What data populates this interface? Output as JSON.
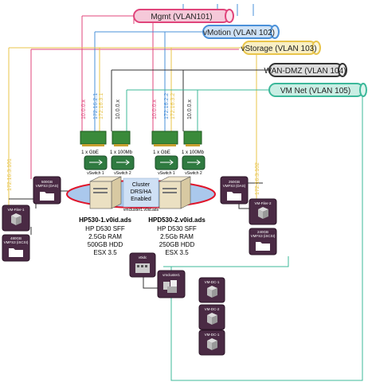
{
  "vlans": [
    {
      "id": "mgmt",
      "label": "Mgmt (VLAN101)",
      "color": "#e0457b"
    },
    {
      "id": "vmotion",
      "label": "vMotion (VLAN 102)",
      "color": "#4a90d9"
    },
    {
      "id": "vstorage",
      "label": "vStorage (VLAN 103)",
      "color": "#e8c44a"
    },
    {
      "id": "wandmz",
      "label": "WAN-DMZ (VLAN 104)",
      "color": "#333333"
    },
    {
      "id": "vmnet",
      "label": "VM Net (VLAN 105)",
      "color": "#3cb89a"
    }
  ],
  "ip_labels": {
    "host1_mgmt": "10.0.0.x",
    "host1_vmotion": "172.16.2.1",
    "host1_storage": "172.16.3.1",
    "host1_wan": "10.0.0.x",
    "host2_mgmt": "10.0.0.x",
    "host2_vmotion": "172.16.2.2",
    "host2_storage": "172.16.3.2",
    "host2_wan": "10.0.0.x",
    "filer1_ip": "172.16.3.101",
    "filer2_ip": "172.16.3.102"
  },
  "nics": {
    "h1_gbe": "1 x GbE",
    "h1_100": "1 x 100Mb",
    "h2_gbe": "1 x GbE",
    "h2_100": "1 x 100Mb"
  },
  "vswitches": {
    "h1_a": "vSwitch 1",
    "h1_b": "vSwitch 2",
    "h2_a": "vSwitch 1",
    "h2_b": "vSwitch 2"
  },
  "cluster": {
    "line1": "Cluster",
    "line2": "DRS/HA",
    "line3": "Enabled",
    "name": "vmcluster1.v0id.ads"
  },
  "host1": {
    "name": "HP530-1.v0id.ads",
    "l1": "HP D530 SFF",
    "l2": "2.5Gb RAM",
    "l3": "500GB HDD",
    "l4": "ESX 3.5"
  },
  "host2": {
    "name": "HPD530-2.v0id.ads",
    "l1": "HP D530 SFF",
    "l2": "2.5Gb RAM",
    "l3": "250GB HDD",
    "l4": "ESX 3.5"
  },
  "storage": {
    "h1_das": [
      "500GB",
      "VMFS3 (DAS)"
    ],
    "h2_das": [
      "250GB",
      "VMFS3 (DAS)"
    ],
    "filer1_iscsi": [
      "480GB",
      "VMFS3 (iSCSI)"
    ],
    "filer2_iscsi": [
      "240GB",
      "VMFS3 (iSCSI)"
    ]
  },
  "vms": {
    "filer1": "VM-Filer-1",
    "filer2": "VM-Filer-2",
    "dc1": "VM-DC-1",
    "dc2": "VM-DC-2",
    "dc3": "VM-DC-1"
  },
  "tree": {
    "root": "v0idc",
    "child": "vmcluster1"
  }
}
